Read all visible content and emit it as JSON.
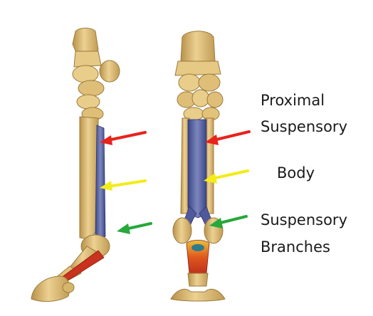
{
  "labels": {
    "proximal": "Proximal",
    "suspensory": "Suspensory",
    "body": "Body",
    "suspensory_2": "Suspensory",
    "branches": "Branches"
  },
  "arrows": [
    {
      "name": "proximal-suspensory",
      "color": "#e8231c"
    },
    {
      "name": "body",
      "color": "#f2ec1a"
    },
    {
      "name": "suspensory-branches",
      "color": "#27a83a"
    }
  ],
  "colors": {
    "bone": "#e2c37a",
    "bone_shadow": "#b8924a",
    "ligament": "#4f5a9c",
    "tendon_red": "#c8321e"
  }
}
